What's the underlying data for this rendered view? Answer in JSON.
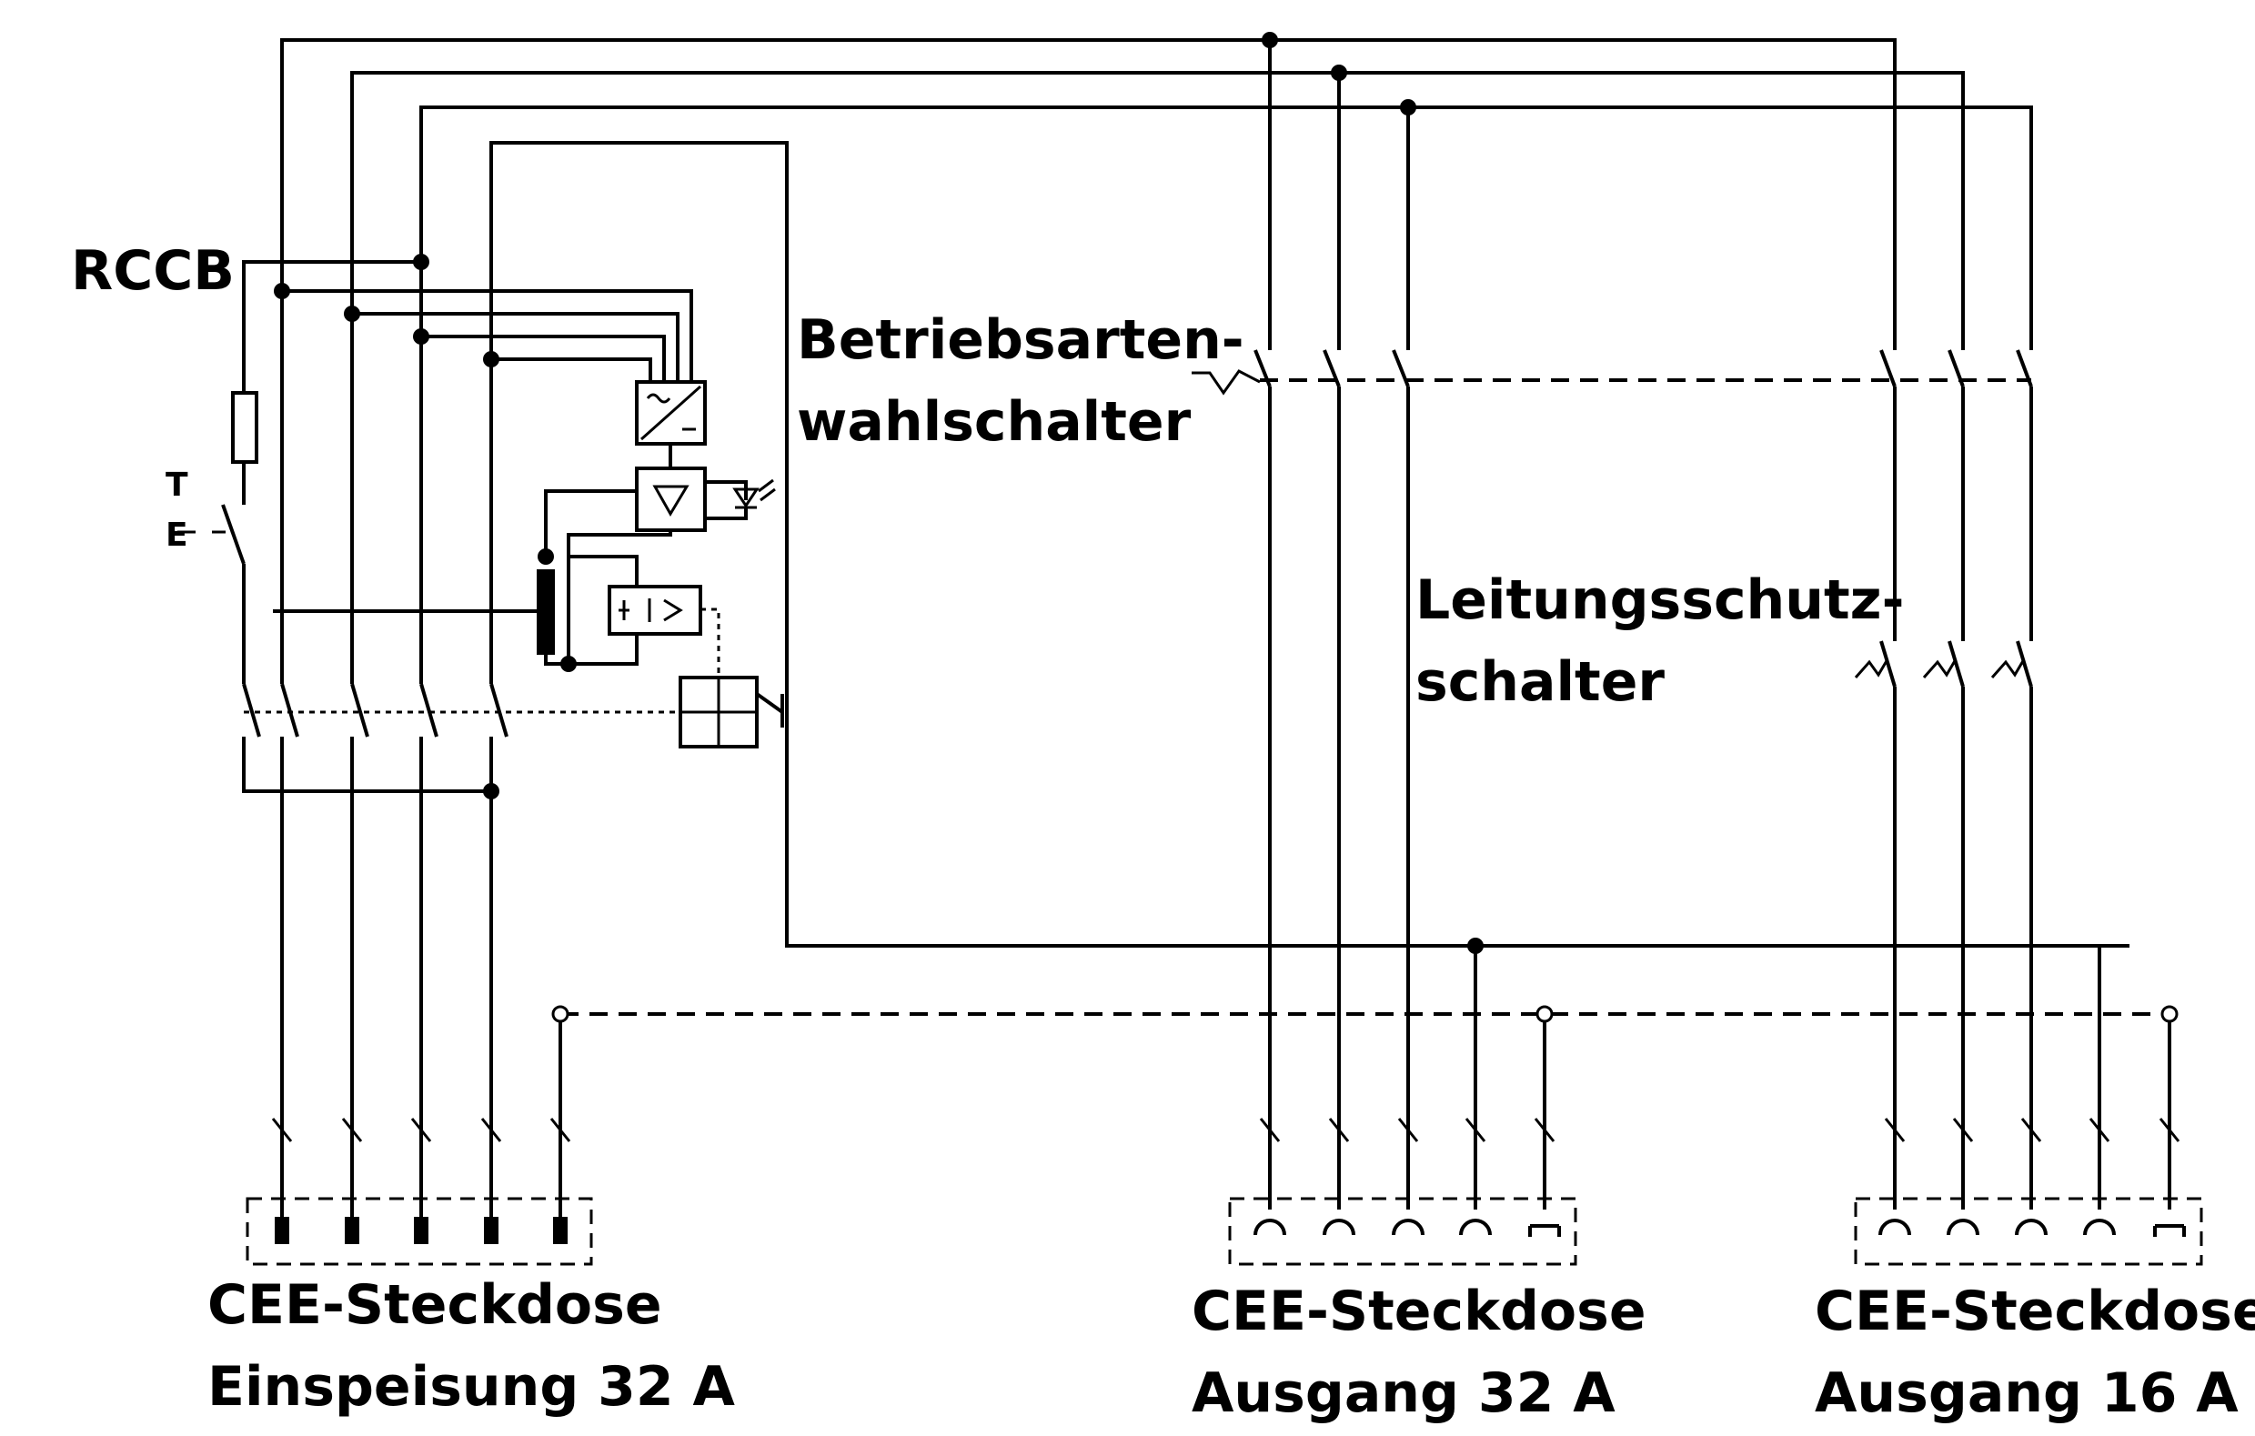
{
  "labels": {
    "rccb": "RCCB",
    "test_t": "T",
    "test_e": "E",
    "mode_switch_1": "Betriebsarten-",
    "mode_switch_2": "wahlschalter",
    "breaker_1": "Leitungsschutz-",
    "breaker_2": "schalter",
    "socket_in_1": "CEE-Steckdose",
    "socket_in_2": "Einspeisung 32 A",
    "socket_out32_1": "CEE-Steckdose",
    "socket_out32_2": "Ausgang 32 A",
    "socket_out16_1": "CEE-Steckdose",
    "socket_out16_2": "Ausgang 16 A"
  },
  "icons": [
    "resistor-icon",
    "test-switch-icon",
    "converter-icon",
    "amplifier-icon",
    "led-icon",
    "toroid-transformer-icon",
    "relay-icon",
    "trip-actuator-icon",
    "switch-contact-icon",
    "socket-pin-icon"
  ]
}
